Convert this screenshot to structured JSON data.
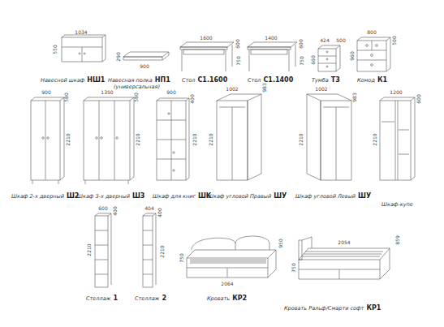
{
  "diagram": {
    "labels": [
      "1034",
      "550",
      "Навесной шкаф",
      "НШ1",
      "290",
      "900",
      "Навесная полка",
      "НП1",
      "(универсальная)",
      "1600",
      "600",
      "750",
      "Стол",
      "С1.1600",
      "1400",
      "600",
      "750",
      "Стол",
      "С1.1400",
      "424",
      "500",
      "660",
      "Тумба",
      "Т3",
      "800",
      "500",
      "960",
      "Комод",
      "К1",
      "900",
      "580",
      "2210",
      "Шкаф 2-х дверный",
      "Ш2",
      "1350",
      "580",
      "2210",
      "Шкаф 3-х дверный",
      "Ш3",
      "900",
      "400",
      "2210",
      "Шкаф для книг",
      "ШК",
      "1002",
      "983",
      "2210",
      "Шкаф угловой Правый",
      "ШУ",
      "1002",
      "983",
      "2210",
      "Шкаф угловой Левый",
      "ШУ",
      "1200",
      "600",
      "2210",
      "Шкаф-купе",
      "600",
      "400",
      "2210",
      "Стеллаж",
      "1",
      "404",
      "400",
      "2210",
      "Стеллаж",
      "2",
      "2064",
      "750",
      "950",
      "Кровать",
      "КР2",
      "2054",
      "859",
      "750",
      "Кровать Ральф/Смарти софт",
      "КР1"
    ]
  }
}
